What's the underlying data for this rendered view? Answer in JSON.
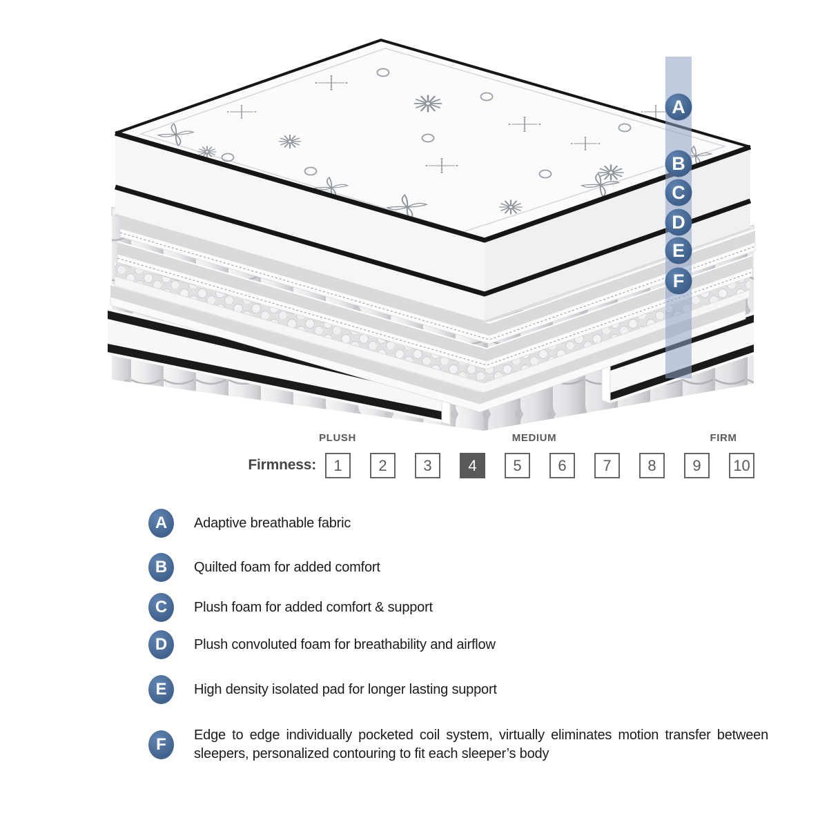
{
  "diagram_title": "mattress-layer-cutaway",
  "layers": [
    {
      "letter": "A",
      "description": "Adaptive breathable fabric"
    },
    {
      "letter": "B",
      "description": "Quilted foam for added comfort"
    },
    {
      "letter": "C",
      "description": "Plush foam for added comfort & support"
    },
    {
      "letter": "D",
      "description": "Plush convoluted foam for breathability and airflow"
    },
    {
      "letter": "E",
      "description": "High density isolated pad for longer lasting support"
    },
    {
      "letter": "F",
      "description": "Edge to edge individually pocketed coil system, virtually eliminates motion transfer between sleepers, personalized contouring to fit each sleeper’s body"
    }
  ],
  "firmness": {
    "label": "Firmness:",
    "zone_labels": [
      "PLUSH",
      "MEDIUM",
      "FIRM"
    ],
    "levels": [
      "1",
      "2",
      "3",
      "4",
      "5",
      "6",
      "7",
      "8",
      "9",
      "10"
    ],
    "selected_level": "4"
  },
  "colors": {
    "badge_blue": "#46689a",
    "ribbon_blue": "#8ea0c4",
    "selected_box_bg": "#58595b",
    "box_border": "#636467",
    "scale_text": "#58595b",
    "body_text": "#1b1b1d",
    "piping_black": "#161617"
  }
}
